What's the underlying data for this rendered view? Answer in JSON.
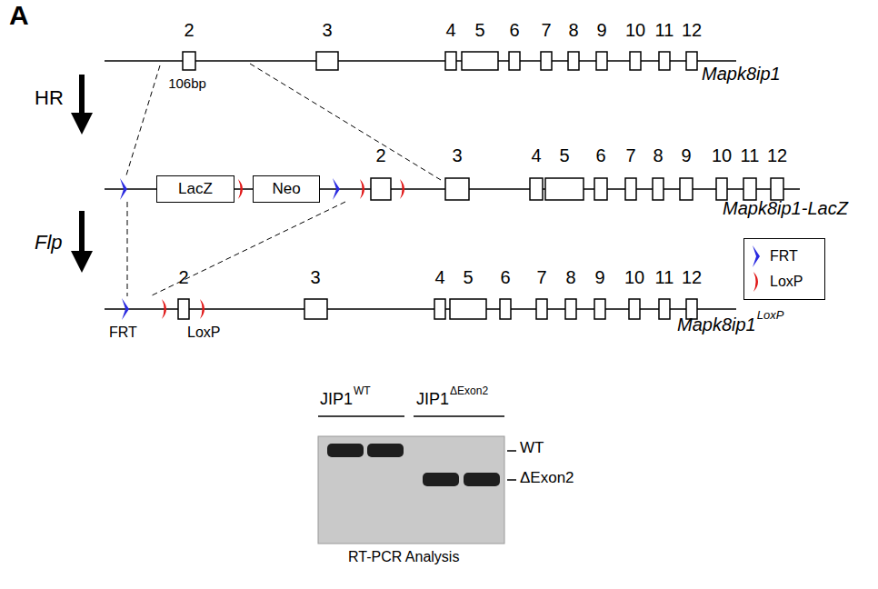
{
  "diagram": {
    "nodes": [
      {
        "text": [
          "LacZ"
        ]
      },
      {
        "text": [
          "Neo"
        ]
      }
    ],
    "labels": [
      "A",
      "2",
      "106bp",
      "3",
      "4",
      "5",
      "6",
      "7",
      "8",
      "9",
      "10",
      "11",
      "12",
      "Mapk8ip1",
      "HR",
      "2",
      "3",
      "4",
      "5",
      "6",
      "7",
      "8",
      "9",
      "10",
      "11",
      "12",
      "Mapk8ip1-LacZ",
      "Flp",
      "2",
      "3",
      "4",
      "5",
      "6",
      "7",
      "8",
      "9",
      "10",
      "11",
      "12",
      "FRT",
      "LoxP",
      "Mapk8ip1",
      "LoxP",
      "JIP1",
      "WT",
      "JIP1",
      "ΔExon2",
      "WT",
      "ΔExon2",
      "RT-PCR Analysis"
    ],
    "legend": [
      {
        "text": "FRT"
      },
      {
        "text": "LoxP"
      }
    ]
  }
}
